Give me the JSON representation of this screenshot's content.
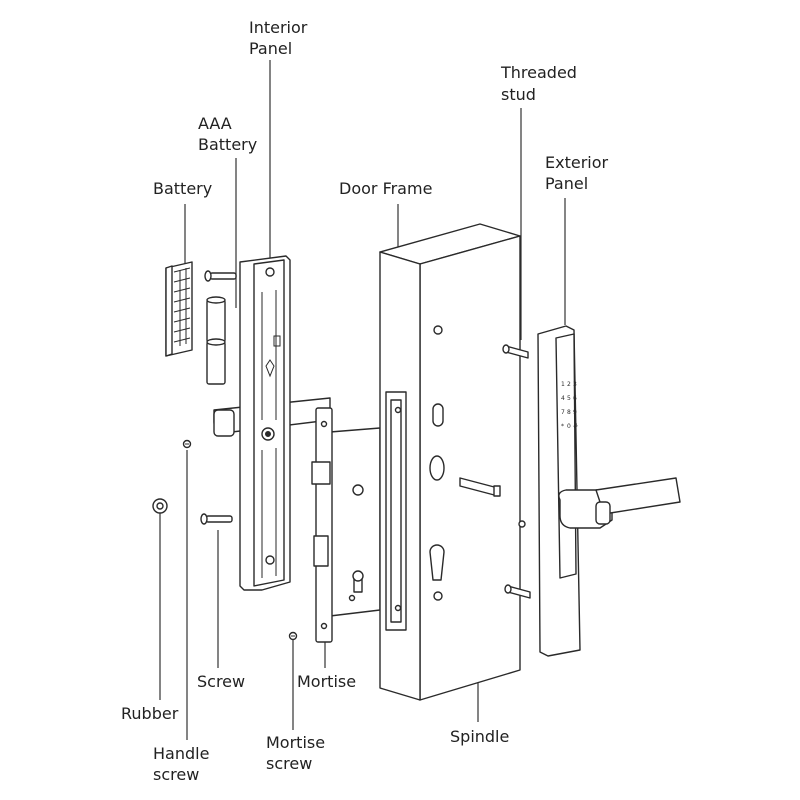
{
  "labels": {
    "interior_panel": [
      "Interior",
      "Panel"
    ],
    "aaa_battery": [
      "AAA",
      "Battery"
    ],
    "battery": "Battery",
    "door_frame": "Door Frame",
    "threaded_stud": [
      "Threaded",
      "stud"
    ],
    "exterior_panel": [
      "Exterior",
      "Panel"
    ],
    "screw": "Screw",
    "mortise": "Mortise",
    "rubber": "Rubber",
    "handle_screw": [
      "Handle",
      "screw"
    ],
    "mortise_screw": [
      "Mortise",
      "screw"
    ],
    "spindle": "Spindle"
  },
  "keypad": {
    "keys": [
      "1",
      "2",
      "3",
      "4",
      "5",
      "6",
      "7",
      "8",
      "9",
      "*",
      "0",
      "#"
    ]
  },
  "colors": {
    "stroke": "#2a2a2a",
    "label_text": "#222222",
    "background": "#ffffff"
  }
}
